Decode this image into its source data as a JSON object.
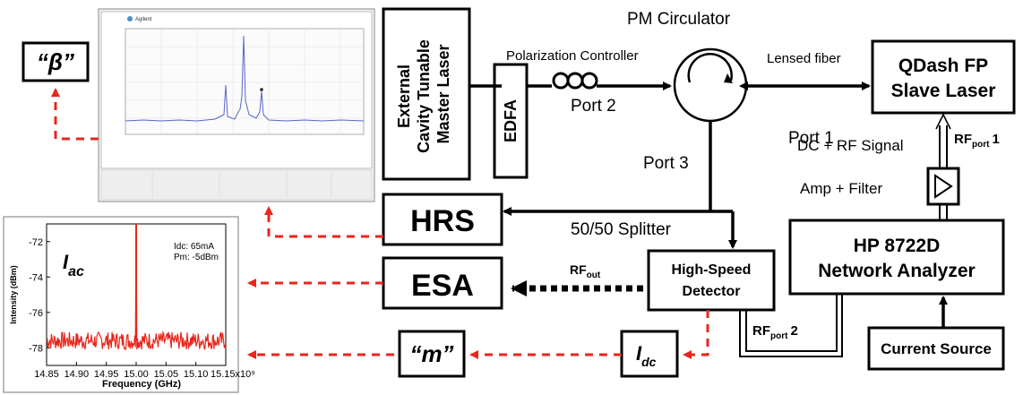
{
  "components": {
    "master_laser": [
      "External",
      "Cavity Tunable",
      "Master Laser"
    ],
    "edfa": "EDFA",
    "circulator": "PM Circulator",
    "polarization_controller": "Polarization Controller",
    "port1": "Port 1",
    "port2": "Port 2",
    "port3": "Port 3",
    "lensed_fiber": "Lensed fiber",
    "slave_laser": [
      "QDash FP",
      "Slave Laser"
    ],
    "dc_rf": "DC + RF Signal",
    "rf_port1": {
      "main": "RF",
      "sub": "port",
      "suffix": "1"
    },
    "amp_filter": "Amp + Filter",
    "network_analyzer": [
      "HP 8722D",
      "Network Analyzer"
    ],
    "current_source": "Current Source",
    "splitter": "50/50 Splitter",
    "hrs": "HRS",
    "esa": "ESA",
    "detector": [
      "High-Speed",
      "Detector"
    ],
    "rf_out": {
      "main": "RF",
      "sub": "out"
    },
    "rf_port2": {
      "main": "RF",
      "sub": "port",
      "suffix": "2"
    },
    "idc": {
      "main": "I",
      "sub": "dc"
    },
    "beta": "“β”",
    "m": "“m”"
  },
  "hrs_screenshot": {
    "brand": "Agilent"
  },
  "chart_data": {
    "type": "line",
    "xlabel": "Frequency (GHz)",
    "ylabel": "Intensity (dBm)",
    "x_ticks": [
      "14.85",
      "14.90",
      "14.95",
      "15.00",
      "15.05",
      "15.10",
      "15.15x10⁹"
    ],
    "y_ticks": [
      "-72",
      "-74",
      "-76",
      "-78"
    ],
    "xlim": [
      14.85,
      15.15
    ],
    "ylim": [
      -79,
      -71
    ],
    "series_label": {
      "main": "I",
      "sub": "ac"
    },
    "annotation": [
      "Idc: 65mA",
      "Pm: -5dBm"
    ],
    "noise_floor": -77.6,
    "noise_amplitude": 0.5,
    "peak": {
      "x": 15.0,
      "y": -71
    },
    "color": "#e8261c"
  }
}
